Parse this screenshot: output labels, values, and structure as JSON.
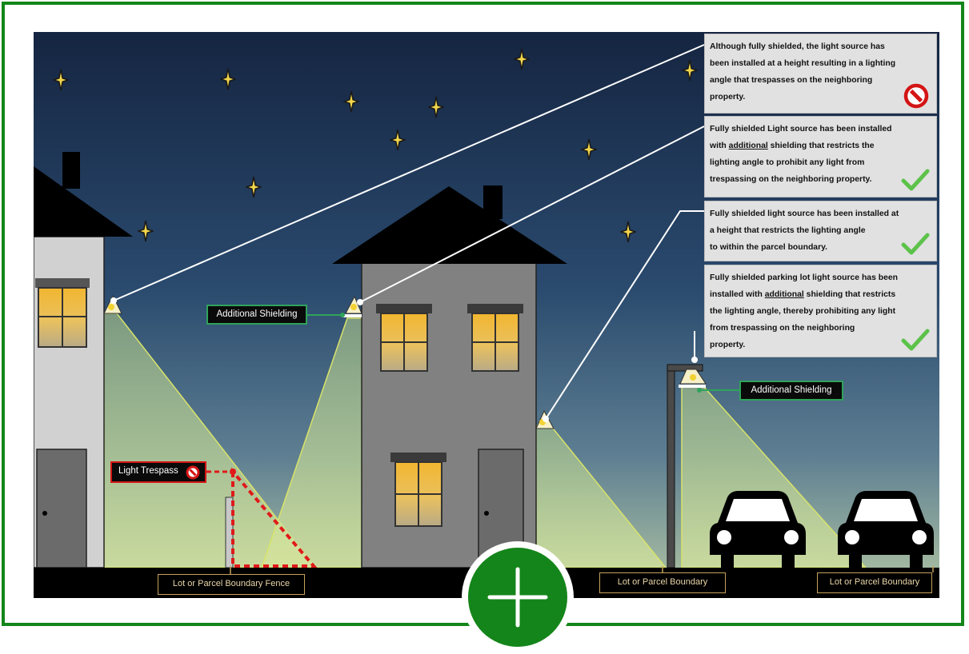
{
  "notes": [
    {
      "text_before": "Although fully shielded, the light source has\nbeen installed at a height resulting in a lighting\nangle that trespasses on the neighboring\nproperty.",
      "emphasis": "",
      "text_after": "",
      "status": "prohibited-icon"
    },
    {
      "text_before": "Fully shielded Light source has been installed\nwith ",
      "emphasis": "additional",
      "text_after": " shielding that restricts the\nlighting angle to prohibit any light from\ntrespassing on the neighboring property.",
      "status": "check-icon"
    },
    {
      "text_before": "Fully shielded light source has been installed at\na height that restricts the lighting angle\nto within the parcel boundary.",
      "emphasis": "",
      "text_after": "",
      "status": "check-icon"
    },
    {
      "text_before": "Fully shielded parking lot light source has been\ninstalled with ",
      "emphasis": "additional",
      "text_after": " shielding that restricts\nthe lighting angle, thereby prohibiting any light\nfrom trespassing on the neighboring\nproperty.",
      "status": "check-icon"
    }
  ],
  "tags": {
    "shielding_left": "Additional Shielding",
    "shielding_right": "Additional Shielding",
    "trespass": "Light Trespass"
  },
  "boundaries": {
    "fence": "Lot or Parcel Boundary Fence",
    "middle": "Lot or Parcel Boundary",
    "right": "Lot or Parcel Boundary"
  },
  "icons": [
    "moon-icon",
    "star-icon",
    "prohibited-icon",
    "check-icon",
    "car-icon",
    "plus-icon"
  ],
  "colors": {
    "frame_green": "#14851a",
    "sky_top": "#172846",
    "sky_bottom": "#aac2a6",
    "light_cone": "#b8d28a",
    "prohibited_red": "#d41515",
    "check_green": "#5cc24a",
    "window_yellow": "#f0b73c"
  }
}
